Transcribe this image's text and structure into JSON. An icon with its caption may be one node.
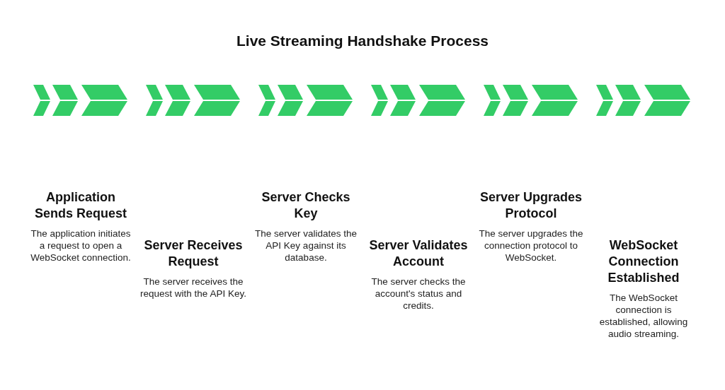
{
  "diagram": {
    "title": "Live Streaming Handshake Process",
    "labels": [
      "Application Sends Request",
      "The application initiates a request to open a WebSocket connection.",
      "Server Receives Request",
      "The server receives the request with the API Key.",
      "Server Checks Key",
      "The server validates the API Key against its database.",
      "Server Validates Account",
      "The server checks the account's status and credits.",
      "Server Upgrades Protocol",
      "The server upgrades the connection protocol to WebSocket.",
      "WebSocket Connection Established",
      "The WebSocket connection is established, allowing audio streaming."
    ]
  }
}
